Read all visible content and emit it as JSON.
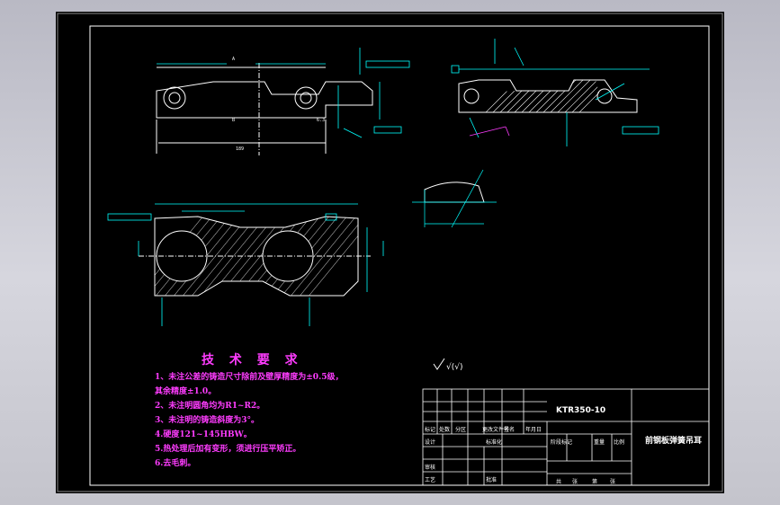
{
  "colors": {
    "background": "#000000",
    "line": "#ffffff",
    "dim": "#00ffff",
    "text_magenta": "#ff3cff",
    "window": "#c8c8d0"
  },
  "tech": {
    "title": "技 术 要 求",
    "lines": [
      "1、未注公差的铸造尺寸除前及壁厚精度为±0.5级，",
      "其余精度±1.0。",
      "2、未注明圆角均为R1~R2。",
      "3、未注明的铸造斜度为3°。",
      "4.硬度121~145HBW。",
      "5.热处理后加有变形，须进行压平矫正。",
      "6.去毛刺。"
    ]
  },
  "roughness_note": "√(√)",
  "title_block": {
    "drawing_no": "KTR350-10",
    "part_name": "前钢板弹簧吊耳",
    "labels": [
      "标记",
      "处数",
      "分区",
      "更改文件号",
      "签名",
      "年月日",
      "设计",
      "标准化",
      "阶段标记",
      "重量",
      "比例",
      "审核",
      "工艺",
      "批准",
      "共",
      "张",
      "第",
      "张"
    ]
  },
  "dims": {
    "top_len": "189",
    "section_a": "A",
    "section_b": "B",
    "roughness_val": "6.3"
  }
}
